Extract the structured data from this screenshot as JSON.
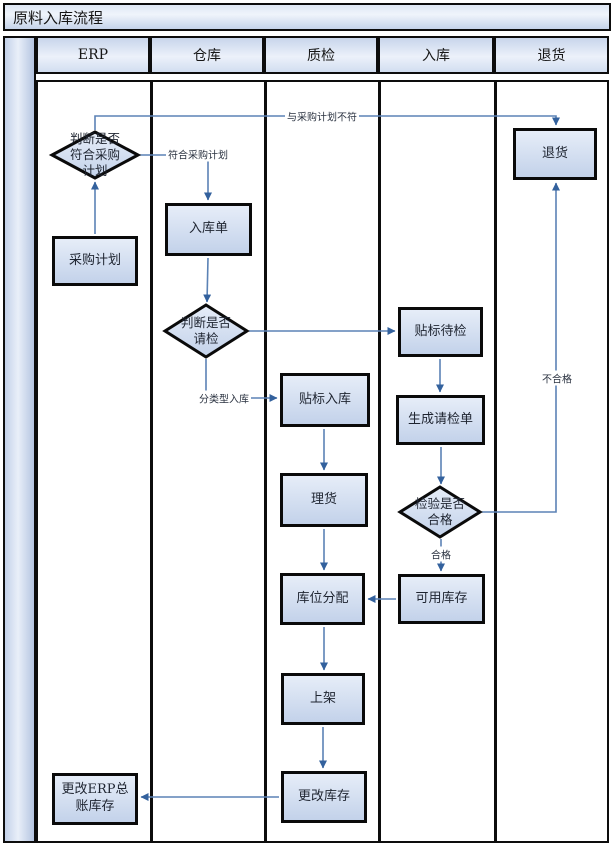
{
  "title": "原料入库流程",
  "lanes": [
    {
      "label": "ERP"
    },
    {
      "label": "仓库"
    },
    {
      "label": "质检"
    },
    {
      "label": "入库"
    },
    {
      "label": "退货"
    }
  ],
  "nodes": {
    "check_purchase_plan": {
      "label": "判断是否\n符合采购\n计划",
      "type": "decision",
      "lane": "ERP"
    },
    "purchase_plan": {
      "label": "采购计划",
      "type": "process",
      "lane": "ERP"
    },
    "receipt_note": {
      "label": "入库单",
      "type": "process",
      "lane": "仓库"
    },
    "check_inspection": {
      "label": "判断是否\n请检",
      "type": "decision",
      "lane": "仓库"
    },
    "label_inbound": {
      "label": "贴标入库",
      "type": "process",
      "lane": "质检"
    },
    "label_pending_inspection": {
      "label": "贴标待检",
      "type": "process",
      "lane": "入库"
    },
    "generate_inspection_request": {
      "label": "生成请检单",
      "type": "process",
      "lane": "入库"
    },
    "tally": {
      "label": "理货",
      "type": "process",
      "lane": "质检"
    },
    "check_qualified": {
      "label": "检验是否\n合格",
      "type": "decision",
      "lane": "入库"
    },
    "available_stock": {
      "label": "可用库存",
      "type": "process",
      "lane": "入库"
    },
    "slot_allocation": {
      "label": "库位分配",
      "type": "process",
      "lane": "质检"
    },
    "shelving": {
      "label": "上架",
      "type": "process",
      "lane": "质检"
    },
    "update_stock": {
      "label": "更改库存",
      "type": "process",
      "lane": "质检"
    },
    "update_erp_ledger": {
      "label": "更改ERP总\n账库存",
      "type": "process",
      "lane": "ERP"
    },
    "return_goods": {
      "label": "退货",
      "type": "process",
      "lane": "退货"
    }
  },
  "edge_labels": {
    "mismatch": "与采购计划不符",
    "match": "符合采购计划",
    "classified_inbound": "分类型入库",
    "qualified": "合格",
    "unqualified": "不合格"
  },
  "colors": {
    "connector": "#5b82b5",
    "arrowhead": "#33619d",
    "node_border": "#0a0a0a",
    "node_fill_top": "#e6edf8",
    "node_fill_bottom": "#c3d2ea",
    "header_fill": "#ccd9ee"
  }
}
